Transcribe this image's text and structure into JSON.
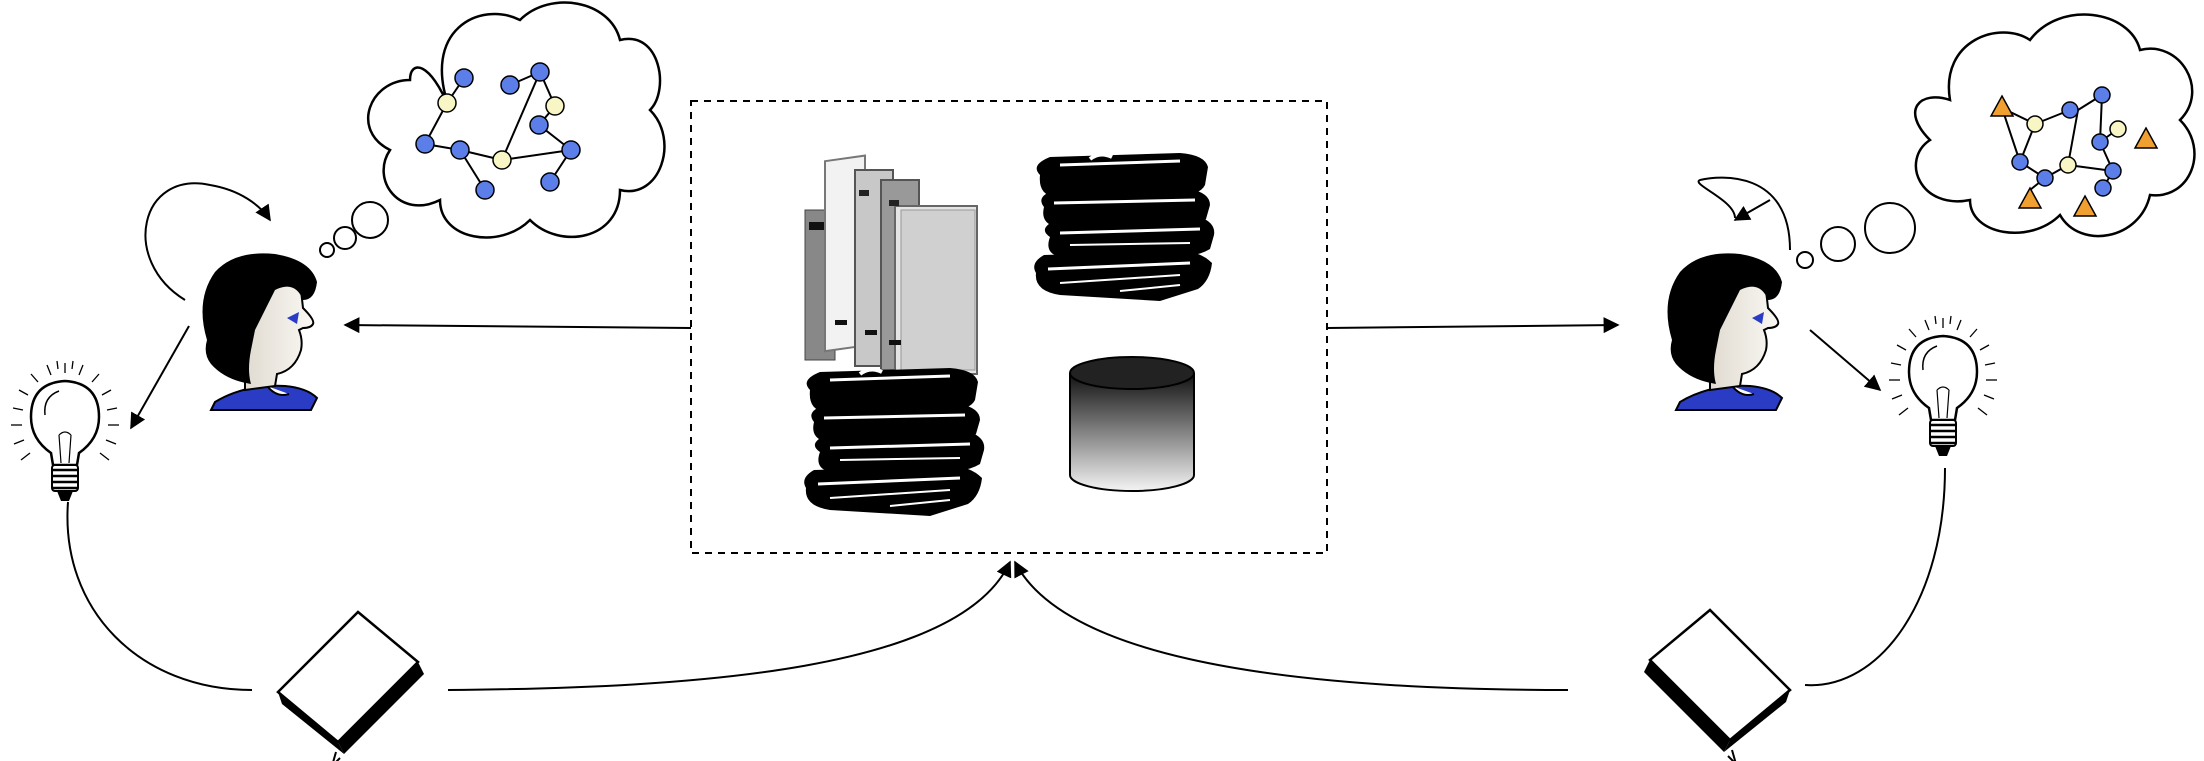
{
  "diagram": {
    "kind": "knowledge-cycle",
    "text_labels": [],
    "colors": {
      "stroke": "#000000",
      "node_blue": "#5b7ee8",
      "node_cream": "#f8f6c4",
      "triangle_orange": "#f0a030",
      "shirt_blue": "#2a3cc4",
      "skin": "#f3eee6"
    },
    "actors": [
      {
        "name": "left-person",
        "icons": [
          "person-icon",
          "thought-cloud-icon",
          "lightbulb-icon",
          "book-icon"
        ]
      },
      {
        "name": "right-person",
        "icons": [
          "person-icon",
          "thought-cloud-icon",
          "lightbulb-icon",
          "book-icon"
        ]
      }
    ],
    "repository": {
      "style": "dashed-box",
      "icons": [
        "binders-icon",
        "book-stack-icon",
        "book-stack-icon",
        "database-icon"
      ]
    }
  }
}
